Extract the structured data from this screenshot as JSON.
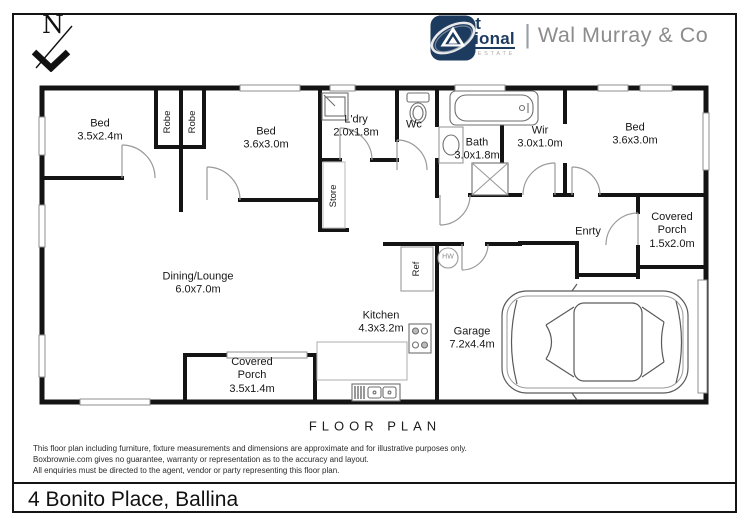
{
  "north": {
    "label": "N"
  },
  "logo": {
    "first": "first",
    "national": "national",
    "real_estate": "REAL ESTATE",
    "divider": "|",
    "agency": "Wal Murray & Co",
    "navy": "#1d3a5f",
    "agency_gray": "#8c8c8c"
  },
  "plan": {
    "rooms": {
      "bed1": {
        "name": "Bed",
        "dims": "3.5x2.4m"
      },
      "bed2": {
        "name": "Bed",
        "dims": "3.6x3.0m"
      },
      "bed3": {
        "name": "Bed",
        "dims": "3.6x3.0m"
      },
      "robe1": {
        "name": "Robe"
      },
      "robe2": {
        "name": "Robe"
      },
      "ldry": {
        "name": "L'dry",
        "dims": "2.0x1.8m"
      },
      "wc": {
        "name": "Wc"
      },
      "bath": {
        "name": "Bath",
        "dims": "3.0x1.8m"
      },
      "wir": {
        "name": "Wir",
        "dims": "3.0x1.0m"
      },
      "store": {
        "name": "Store"
      },
      "entry": {
        "name": "Enrty"
      },
      "porch_right": {
        "line1": "Covered",
        "line2": "Porch",
        "dims": "1.5x2.0m"
      },
      "porch_bottom": {
        "line1": "Covered",
        "line2": "Porch",
        "dims": "3.5x1.4m"
      },
      "dining": {
        "name": "Dining/Lounge",
        "dims": "6.0x7.0m"
      },
      "kitchen": {
        "name": "Kitchen",
        "dims": "4.3x3.2m"
      },
      "garage": {
        "name": "Garage",
        "dims": "7.2x4.4m"
      },
      "ref": {
        "name": "Ref"
      },
      "hw": {
        "name": "HW"
      }
    }
  },
  "footer": {
    "title": "FLOOR PLAN",
    "disclaimer_lines": [
      "This floor plan including furniture, fixture measurements and dimensions are approximate and for illustrative purposes only.",
      "Boxbrownie.com gives no guarantee, warranty or representation as to the accuracy and layout.",
      "All enquiries must be directed to the agent, vendor or party representing this floor plan."
    ],
    "address": "4 Bonito Place, Ballina"
  }
}
